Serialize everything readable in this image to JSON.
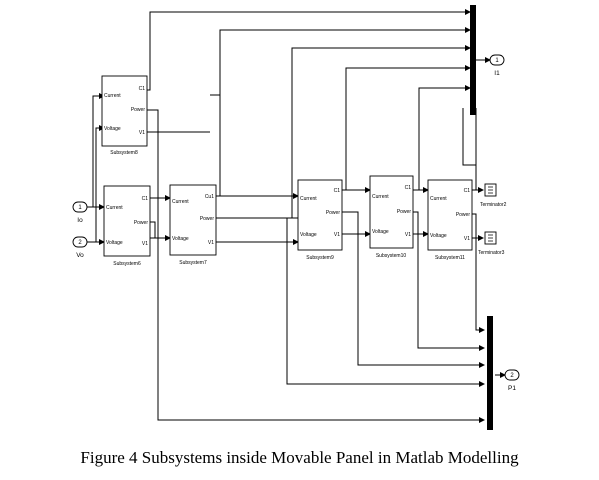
{
  "caption": "Figure 4 Subsystems inside Movable Panel in Matlab Modelling",
  "subsystems": [
    {
      "id": "s8",
      "name": "Subsystem8",
      "ports": [
        "Current",
        "Voltage",
        "C1",
        "Power",
        "V1"
      ]
    },
    {
      "id": "s6",
      "name": "Subsystem6",
      "ports": [
        "Current",
        "Voltage",
        "C1",
        "Power",
        "V1"
      ]
    },
    {
      "id": "s7",
      "name": "Subsystem7",
      "ports": [
        "Current",
        "Voltage",
        "Cu1",
        "Power",
        "V1"
      ]
    },
    {
      "id": "s9",
      "name": "Subsystem9",
      "ports": [
        "Current",
        "Voltage",
        "C1",
        "Power",
        "V1"
      ]
    },
    {
      "id": "s10",
      "name": "Subsystem10",
      "ports": [
        "Current",
        "Voltage",
        "C1",
        "Power",
        "V1"
      ]
    },
    {
      "id": "s11",
      "name": "Subsystem11",
      "ports": [
        "Current",
        "Voltage",
        "C1",
        "Power",
        "V1"
      ]
    }
  ],
  "inports": [
    {
      "num": "1",
      "label": "Io"
    },
    {
      "num": "2",
      "label": "Vo"
    }
  ],
  "outports": [
    {
      "num": "1",
      "label": "I1"
    },
    {
      "num": "2",
      "label": "P1"
    }
  ],
  "terminators": [
    "Terminator2",
    "Terminator3"
  ]
}
